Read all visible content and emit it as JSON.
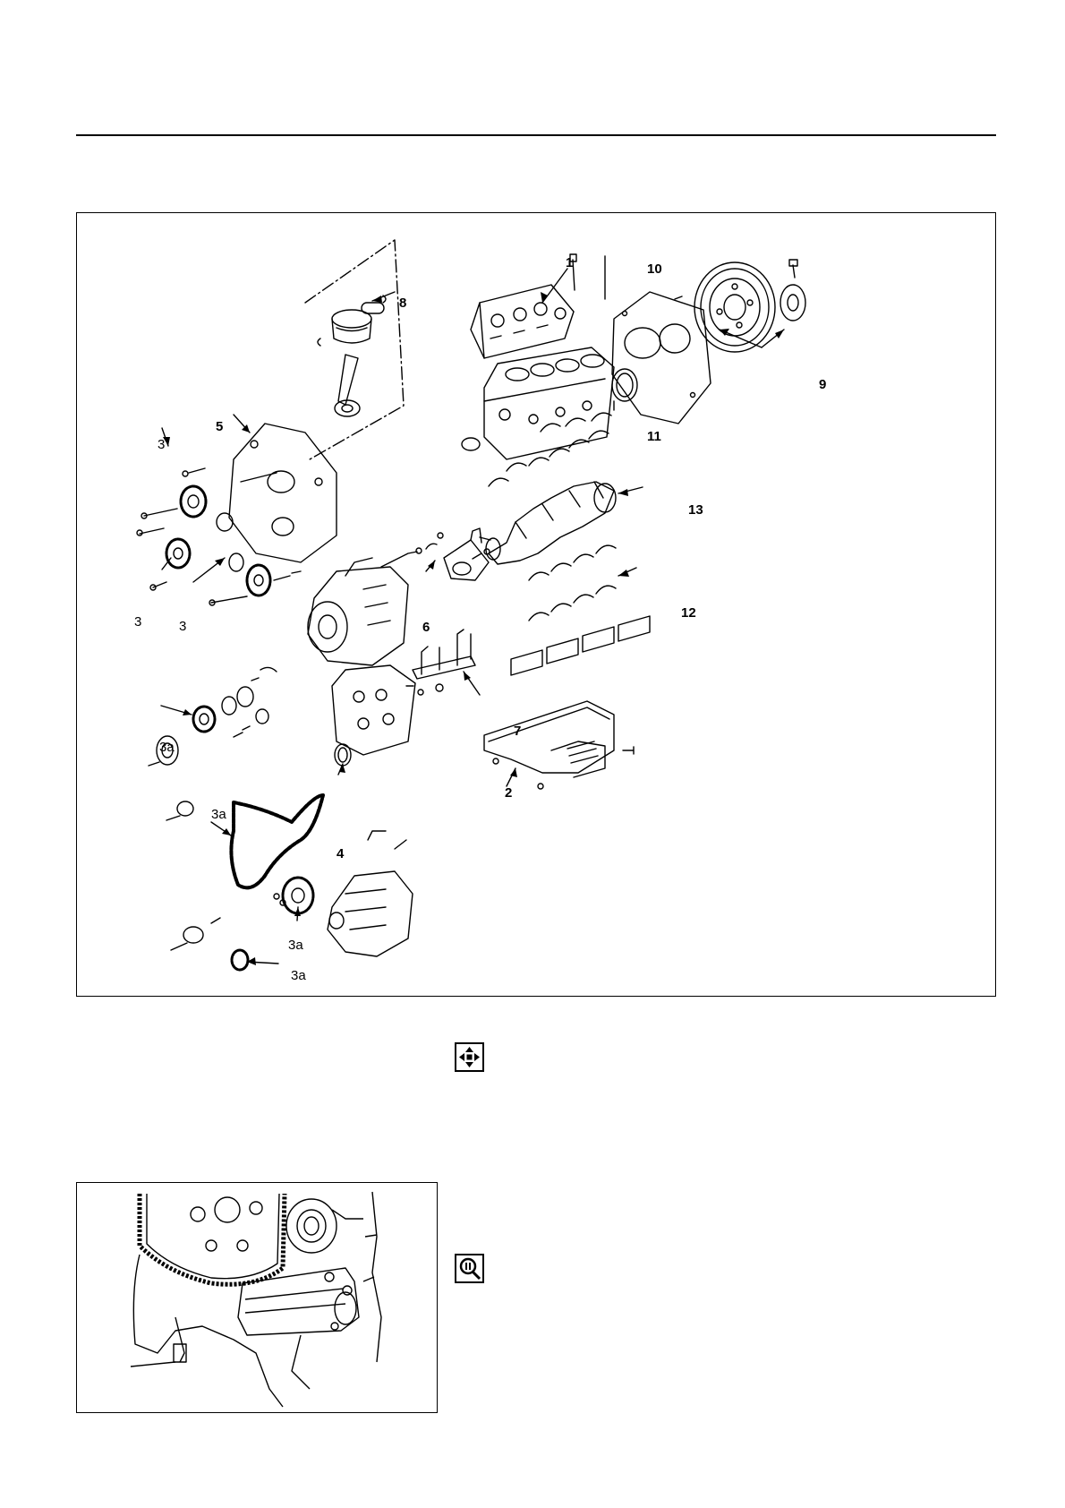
{
  "figure": {
    "callouts": [
      "1",
      "2",
      "3",
      "3",
      "3",
      "3a",
      "3a",
      "3a",
      "3a",
      "4",
      "5",
      "6",
      "7",
      "8",
      "9",
      "10",
      "11",
      "12",
      "13"
    ]
  },
  "icons": {
    "disassembly": "four-arrows-icon",
    "inspect": "magnifier-icon"
  }
}
